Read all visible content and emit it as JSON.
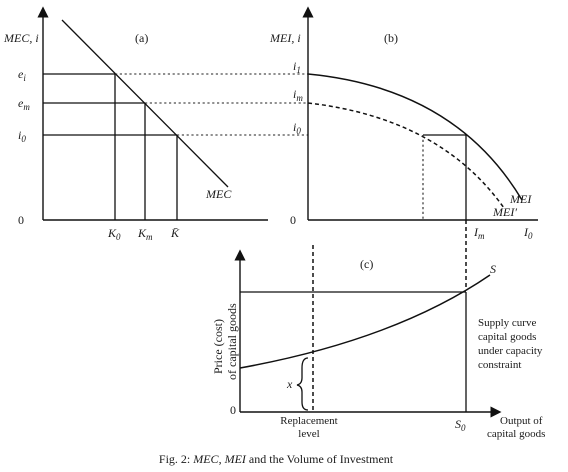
{
  "panel_a": {
    "panel_label": "(a)",
    "y_axis_label": "MEC, i",
    "origin": "0",
    "y_ticks": {
      "e1": "e",
      "e1_sub": "i",
      "em": "e",
      "em_sub": "m",
      "i0": "i",
      "i0_sub": "0"
    },
    "x_ticks": {
      "k0": "K",
      "k0_sub": "0",
      "km": "K",
      "km_sub": "m",
      "kbar": "K̄"
    },
    "curve_label": "MEC"
  },
  "panel_b": {
    "panel_label": "(b)",
    "y_axis_label": "MEI, i",
    "origin": "0",
    "y_ticks": {
      "i1": "i",
      "i1_sub": "1",
      "im": "i",
      "im_sub": "m",
      "i0": "i",
      "i0_sub": "0"
    },
    "x_ticks": {
      "im": "I",
      "im_sub": "m",
      "i0": "I",
      "i0_sub": "0"
    },
    "curve_label_solid": "MEI",
    "curve_label_dashed": "MEI′"
  },
  "panel_c": {
    "panel_label": "(c)",
    "y_axis_label_line1": "Price (cost)",
    "y_axis_label_line2": "of capital goods",
    "origin": "0",
    "curve_label": "S",
    "brace_label": "x",
    "supply_note": [
      "Supply curve",
      "capital goods",
      "under capacity",
      "constraint"
    ],
    "x_labels": {
      "replacement_line1": "Replacement",
      "replacement_line2": "level",
      "s0": "S",
      "s0_sub": "0",
      "output_line1": "Output of",
      "output_line2": "capital goods"
    }
  },
  "caption": {
    "prefix": "Fig. 2: ",
    "mec": "MEC",
    "sep": ", ",
    "mei": "MEI",
    "suffix": " and the Volume of Investment"
  }
}
